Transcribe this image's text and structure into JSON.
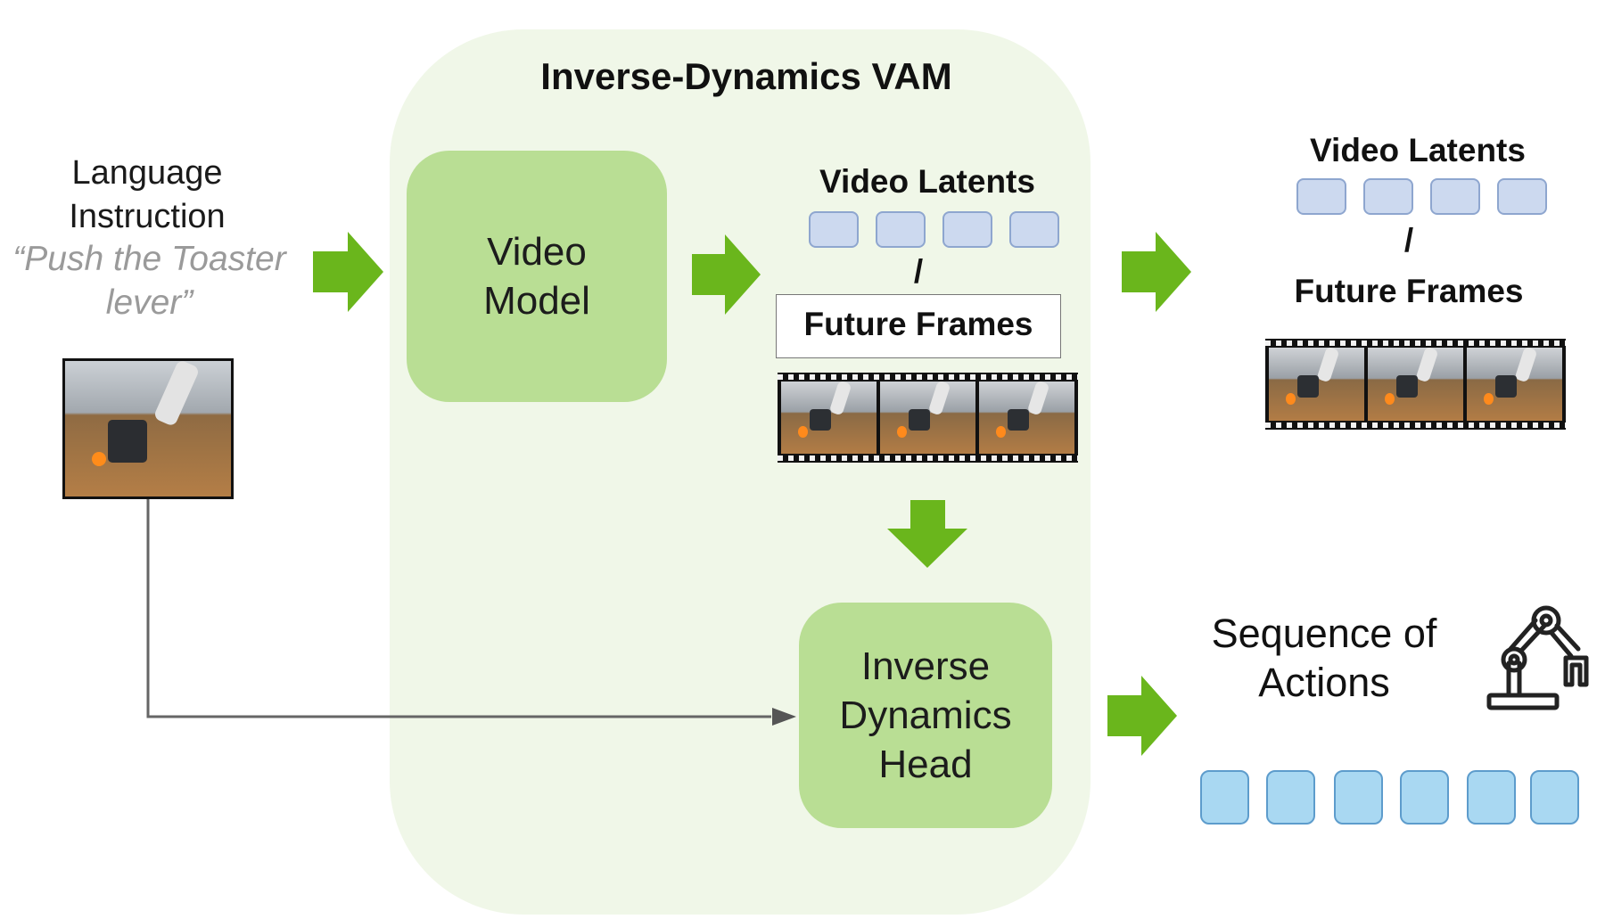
{
  "diagram": {
    "title": "Inverse-Dynamics VAM",
    "input": {
      "heading": "Language Instruction",
      "quote": "“Push the Toaster lever”"
    },
    "video_model": {
      "lines": [
        "Video",
        "Model"
      ]
    },
    "inner_output": {
      "latents_label": "Video Latents",
      "separator": "/",
      "frames_label": "Future Frames"
    },
    "inverse_dynamics_head": {
      "lines": [
        "Inverse",
        "Dynamics",
        "Head"
      ]
    },
    "outputs": {
      "latents_label": "Video Latents",
      "separator": "/",
      "frames_label": "Future Frames",
      "sequence_label": "Sequence of Actions"
    },
    "colors": {
      "panel": "#f0f7e8",
      "block": "#b9de94",
      "arrow": "#6ab61c",
      "latent_token": "#ccd9ef",
      "action_token": "#a9d8f2"
    },
    "icons": [
      "robot-arm-icon"
    ]
  }
}
